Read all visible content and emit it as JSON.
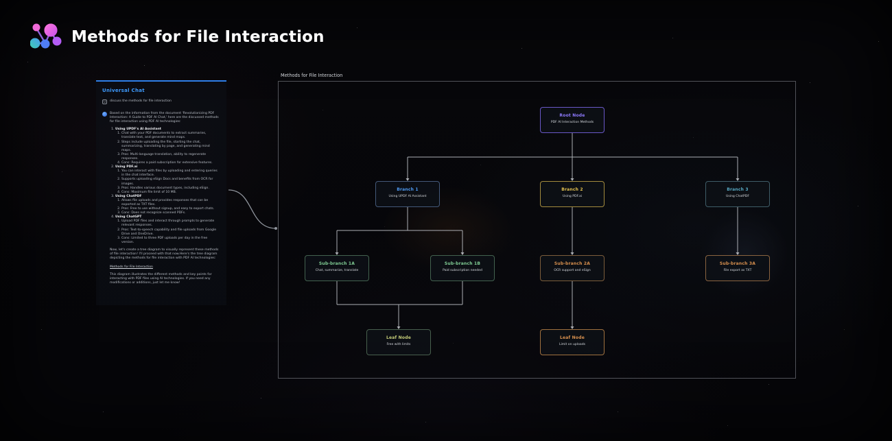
{
  "header": {
    "title": "Methods for File Interaction",
    "logo": "molecule-ai-logo"
  },
  "chat": {
    "panel_title": "Universal Chat",
    "accent": "#3e9bff",
    "user_message": "discuss the methods for file interaction",
    "icons": {
      "user_avatar": "rounded-square-outline",
      "ai_avatar": "blue-gradient-circle"
    },
    "ai_intro": "Based on the information from the document 'Revolutionizing PDF Interaction: A Guide to PDF AI Chat,' here are the discussed methods for file interaction using PDF AI technologies:",
    "methods": [
      {
        "title": "Using UPDF's AI Assistant",
        "steps": [
          "Chat with your PDF documents to extract summaries, translate text, and generate mind maps.",
          "Steps include uploading the file, starting the chat, summarizing, translating by page, and generating mind maps.",
          "Pros: Multi-language translation, ability to regenerate responses.",
          "Cons: Requires a paid subscription for extensive features."
        ]
      },
      {
        "title": "Using PDF.ai",
        "steps": [
          "You can interact with files by uploading and entering queries in the chat interface.",
          "Supports uploading eSign Docs and benefits from OCR for images.",
          "Pros: Handles various document types, including eSign.",
          "Cons: Maximum file limit of 10 MB."
        ]
      },
      {
        "title": "Using ChatPDF",
        "steps": [
          "Allows file uploads and provides responses that can be exported as TXT files.",
          "Pros: Free to use without signup, and easy to export chats.",
          "Cons: Does not recognize scanned PDFs."
        ]
      },
      {
        "title": "Using ChatGPT",
        "steps": [
          "Upload PDF files and interact through prompts to generate relevant responses.",
          "Pros: Text-to-speech capability and file uploads from Google Drive and OneDrive.",
          "Cons: Limited to three PDF uploads per day in the free version."
        ]
      }
    ],
    "ai_outro": "Now, let's create a tree diagram to visually represent these methods of file interaction! I'll proceed with that now.Here's the tree diagram depicting the methods for file interaction with PDF AI technologies:",
    "diagram_link": "Methods for File Interaction",
    "ai_closing": "This diagram illustrates the different methods and key points for interacting with PDF files using AI technologies. If you need any modifications or additions, just let me know!"
  },
  "diagram": {
    "label": "Methods for File Interaction",
    "edge_color": "#c9ccd2",
    "nodes": {
      "root": {
        "title": "Root Node",
        "subtitle": "PDF AI Interaction Methods",
        "title_color": "#8f7bff",
        "border": "#6a58c8"
      },
      "branch1": {
        "title": "Branch 1",
        "subtitle": "Using UPDF AI Assistant",
        "title_color": "#4f9cf5",
        "border": "#44597a"
      },
      "branch2": {
        "title": "Branch 2",
        "subtitle": "Using PDF.ai",
        "title_color": "#e2c050",
        "border": "#a48c3e"
      },
      "branch3": {
        "title": "Branch 3",
        "subtitle": "Using ChatPDF",
        "title_color": "#58aac4",
        "border": "#3f5d68"
      },
      "sub1a": {
        "title": "Sub-branch 1A",
        "subtitle": "Chat, summarize, translate",
        "title_color": "#82cf96",
        "border": "#43624f"
      },
      "sub1b": {
        "title": "Sub-branch 1B",
        "subtitle": "Paid subscription needed",
        "title_color": "#82cf96",
        "border": "#43624f"
      },
      "sub2a": {
        "title": "Sub-branch 2A",
        "subtitle": "OCR support and eSign",
        "title_color": "#db924f",
        "border": "#7c5d3b"
      },
      "sub3a": {
        "title": "Sub-branch 3A",
        "subtitle": "File export as TXT",
        "title_color": "#db924f",
        "border": "#8a6440"
      },
      "leaf1": {
        "title": "Leaf Node",
        "subtitle": "Free with limits",
        "title_color": "#c6ce79",
        "border": "#48604e"
      },
      "leaf2": {
        "title": "Leaf Node",
        "subtitle": "Limit on uploads",
        "title_color": "#db924f",
        "border": "#a0713f"
      }
    }
  }
}
